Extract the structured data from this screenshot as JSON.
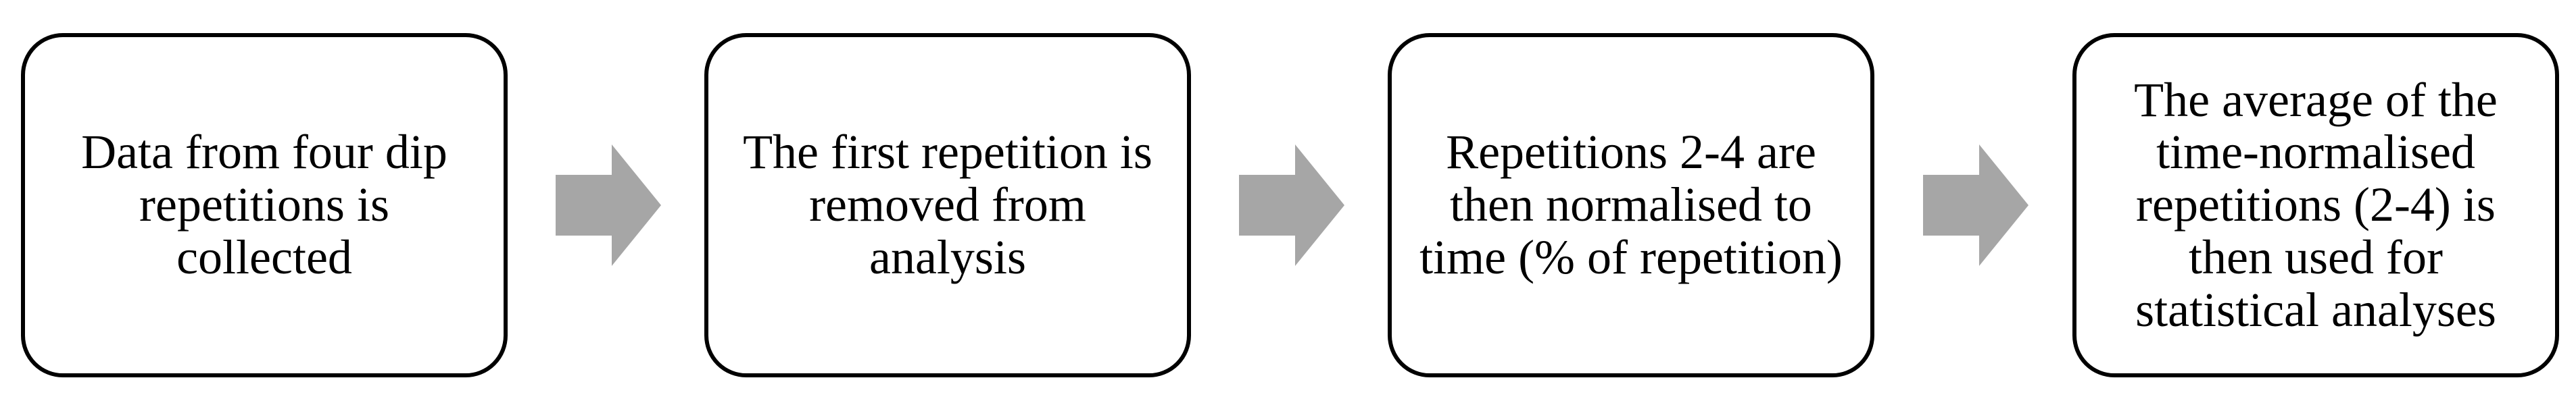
{
  "colors": {
    "box_border": "#000000",
    "box_fill": "#ffffff",
    "arrow_fill": "#a6a6a6",
    "text": "#000000"
  },
  "steps": [
    {
      "text": "Data from four dip repetitions is collected"
    },
    {
      "text": "The first repetition is removed from analysis"
    },
    {
      "text": "Repetitions 2-4 are then normalised to time (% of repetition)"
    },
    {
      "text": "The average of the time-normalised repetitions (2-4) is then used for statistical analyses"
    }
  ],
  "connectors": [
    {
      "icon": "right-arrow-icon"
    },
    {
      "icon": "right-arrow-icon"
    },
    {
      "icon": "right-arrow-icon"
    }
  ]
}
